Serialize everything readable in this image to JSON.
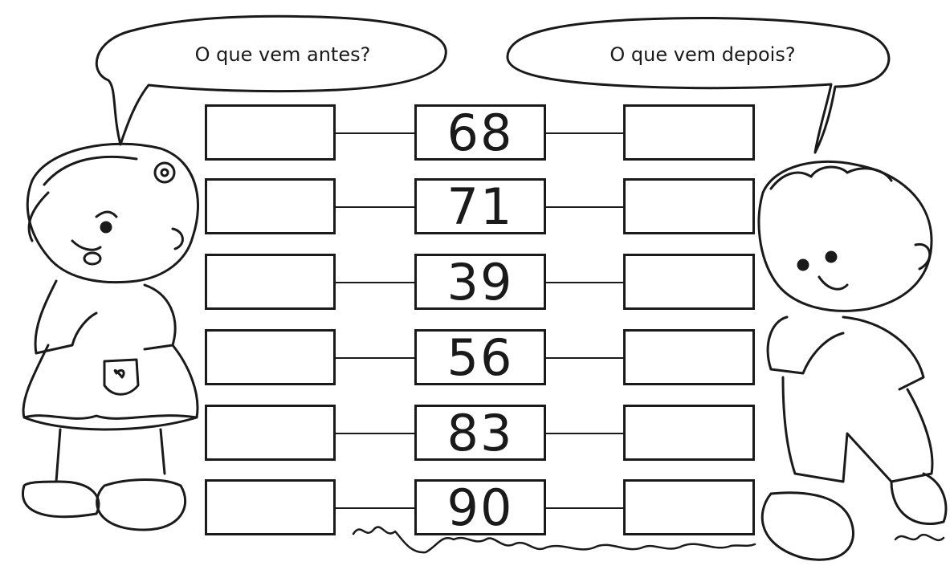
{
  "bubbles": {
    "left_question": "O que vem antes?",
    "right_question": "O que vem depois?"
  },
  "rows": [
    {
      "number": "68",
      "before": "",
      "after": ""
    },
    {
      "number": "71",
      "before": "",
      "after": ""
    },
    {
      "number": "39",
      "before": "",
      "after": ""
    },
    {
      "number": "56",
      "before": "",
      "after": ""
    },
    {
      "number": "83",
      "before": "",
      "after": ""
    },
    {
      "number": "90",
      "before": "",
      "after": ""
    }
  ],
  "colors": {
    "ink": "#1a1a1a",
    "paper": "#ffffff"
  }
}
